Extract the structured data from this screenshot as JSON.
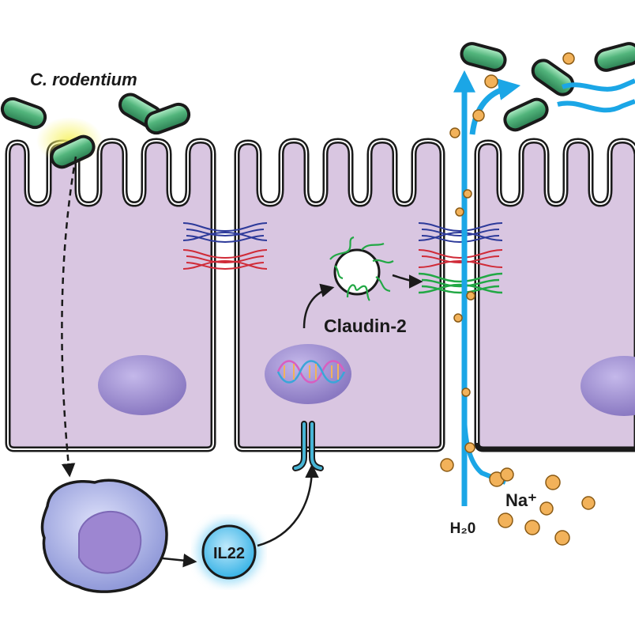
{
  "labels": {
    "bacterium": "C. rodentium",
    "protein": "Claudin-2",
    "cytokine": "IL22",
    "water": "H₂0",
    "sodium": "Na⁺"
  },
  "colors": {
    "cell_fill": "#d9c6e1",
    "cell_outline": "#1a1a1a",
    "nucleus": "#9b8cc9",
    "bacteria": "#3f9c6a",
    "bacteria_dark": "#1f6e45",
    "claudin": "#22a845",
    "tj_blue": "#2d3a9a",
    "tj_red": "#d02b38",
    "flux": "#1ba6e6",
    "ion": "#f2b25a",
    "il22": "#5bc6ee",
    "immune": "#9aa2dd"
  },
  "icons": [
    "bacterium-icon",
    "nucleus-icon",
    "dna-icon",
    "receptor-icon",
    "vesicle-icon",
    "immune-cell-icon",
    "sodium-ion-icon"
  ]
}
